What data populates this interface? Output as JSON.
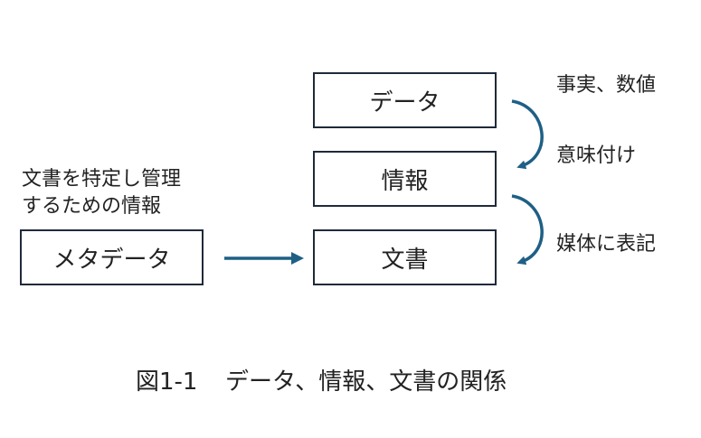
{
  "boxes": {
    "data": "データ",
    "info": "情報",
    "document": "文書",
    "metadata": "メタデータ"
  },
  "annotations": {
    "facts": "事実、数値",
    "meaning": "意味付け",
    "media": "媒体に表記",
    "meta_line1": "文書を特定し管理",
    "meta_line2": "するための情報"
  },
  "caption": {
    "figure_number": "図1-1",
    "text": "データ、情報、文書の関係"
  },
  "colors": {
    "arrow": "#1f5f85",
    "box_border": "#1f2a3a"
  }
}
